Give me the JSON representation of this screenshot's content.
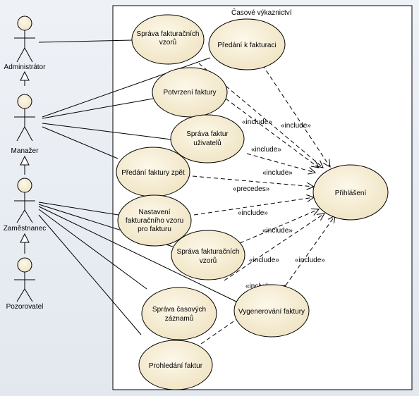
{
  "diagram": {
    "system_boundary_title": "Časové výkaznictví",
    "actors": [
      {
        "name": "Administrátor"
      },
      {
        "name": "Manažer"
      },
      {
        "name": "Zaměstnanec"
      },
      {
        "name": "Pozorovatel"
      }
    ],
    "use_cases": [
      {
        "lines": [
          "Správa fakturačních",
          "vzorů"
        ]
      },
      {
        "lines": [
          "Předání  k fakturaci"
        ]
      },
      {
        "lines": [
          "Potvrzení faktury"
        ]
      },
      {
        "lines": [
          "Správa faktur",
          "uživatelů"
        ]
      },
      {
        "lines": [
          "Předání faktury zpět"
        ]
      },
      {
        "lines": [
          "Přihlášení"
        ]
      },
      {
        "lines": [
          "Nastavení",
          "fakturačního vzoru",
          "pro fakturu"
        ]
      },
      {
        "lines": [
          "Správa fakturačních",
          "vzorů"
        ]
      },
      {
        "lines": [
          "Správa časových",
          "záznamů"
        ]
      },
      {
        "lines": [
          "Vygenerování faktury"
        ]
      },
      {
        "lines": [
          "Prohledání faktur"
        ]
      }
    ],
    "relation_labels": [
      "«include»",
      "«include»",
      "«include»",
      "«include»",
      "«precedes»",
      "«include»",
      "«include»",
      "«include»",
      "«include»",
      "«include»"
    ],
    "colors": {
      "use_case_fill": "#f7efd8",
      "actor_fill": "#f7efd8",
      "line": "#000000"
    }
  }
}
